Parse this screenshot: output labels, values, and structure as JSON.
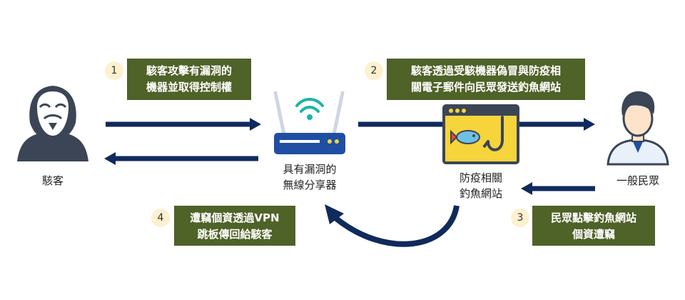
{
  "nodes": {
    "hacker": {
      "label": "駭客"
    },
    "router": {
      "label_line1": "具有漏洞的",
      "label_line2": "無線分享器"
    },
    "phishing_site": {
      "label_line1": "防疫相關",
      "label_line2": "釣魚網站"
    },
    "public": {
      "label": "一般民眾"
    }
  },
  "steps": [
    {
      "number": "1",
      "line1": "駭客攻擊有漏洞的",
      "line2": "機器並取得控制權"
    },
    {
      "number": "2",
      "line1": "駭客透過受駭機器偽冒與防疫相",
      "line2": "關電子郵件向民眾發送釣魚網站"
    },
    {
      "number": "3",
      "line1": "民眾點擊釣魚網站",
      "line2": "個資遭竊"
    },
    {
      "number": "4",
      "line1": "遭竊個資透過VPN",
      "line2": "跳板傳回給駭客"
    }
  ],
  "colors": {
    "step_box": "#4f6228",
    "arrow": "#102a5c",
    "badge": "#fdf1cf",
    "icon_dark": "#3b4556",
    "router_blue": "#1f4fa3",
    "wifi_teal": "#19b6a8",
    "site_yellow": "#f5d43c"
  },
  "icons": [
    "hacker-icon",
    "router-icon",
    "phishing-site-icon",
    "person-icon"
  ]
}
